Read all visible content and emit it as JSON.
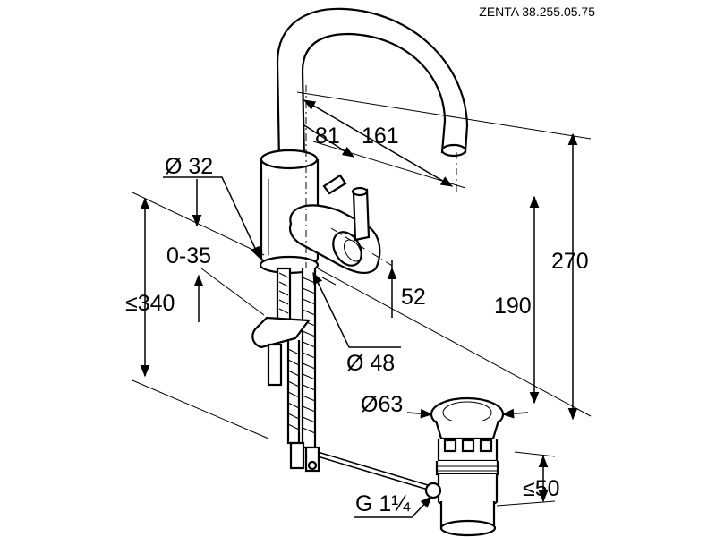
{
  "title": "ZENTA 38.255.05.75",
  "dimensions": {
    "reach_81": "81",
    "reach_161": "161",
    "body_diameter_32": "Ø 32",
    "deck_range": "0-35",
    "max_depth": "≤340",
    "lever_height_52": "52",
    "base_diameter_48": "Ø 48",
    "spout_height_190": "190",
    "total_height_270": "270",
    "waste_diameter_63": "Ø63",
    "waste_length": "≤50",
    "thread": "G 1¼"
  }
}
